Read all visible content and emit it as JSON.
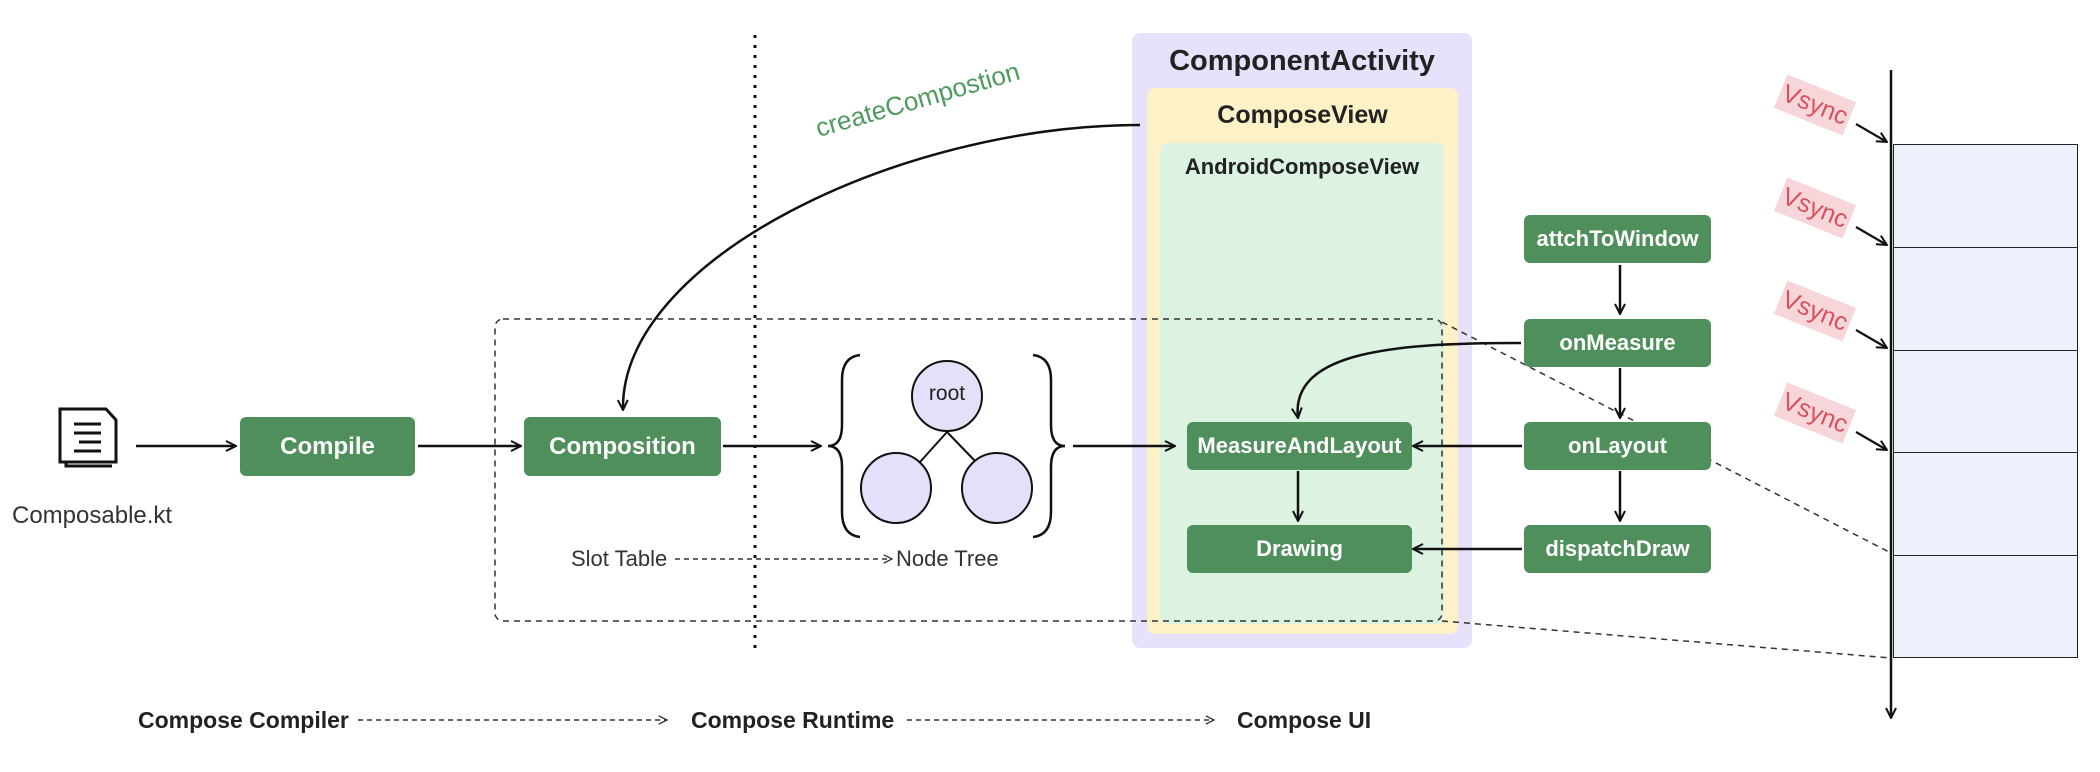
{
  "file": {
    "label": "Composable.kt"
  },
  "nodes": {
    "compile": "Compile",
    "composition": "Composition",
    "measure_and_layout": "MeasureAndLayout",
    "drawing": "Drawing",
    "attach_to_window": "attchToWindow",
    "on_measure": "onMeasure",
    "on_layout": "onLayout",
    "dispatch_draw": "dispatchDraw"
  },
  "tree": {
    "root": "root"
  },
  "labels": {
    "slot_table": "Slot Table",
    "node_tree": "Node Tree",
    "create_composition": "createCompostion"
  },
  "containers": {
    "component_activity": "ComponentActivity",
    "compose_view": "ComposeView",
    "android_compose_view": "AndroidComposeView"
  },
  "stages": [
    "Compose Compiler",
    "Compose Runtime",
    "Compose UI"
  ],
  "vsync": [
    "Vsync",
    "Vsync",
    "Vsync",
    "Vsync"
  ],
  "colors": {
    "node_green": "#4e8f5c",
    "activity_purple": "#e7e1fb",
    "compose_view_yellow": "#fdf1c7",
    "android_view_green": "#ddf3e2",
    "tree_node_fill": "#e5e0fa",
    "vsync_red": "#d9515f",
    "label_green": "#4f9a5e",
    "frame_fill": "#edf1fb"
  }
}
